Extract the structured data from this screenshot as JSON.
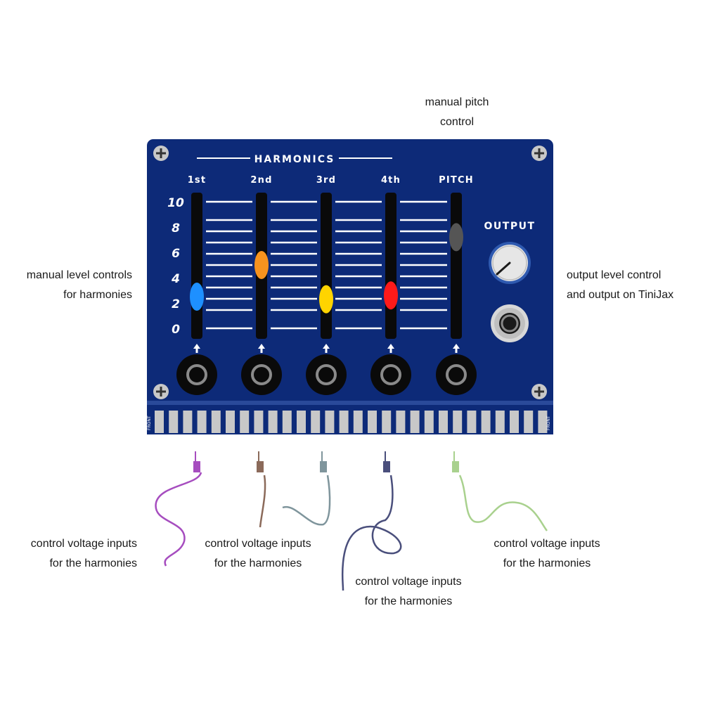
{
  "module": {
    "title": "HARMONICS",
    "output_label": "OUTPUT",
    "front_label": "FRONT",
    "panel_color": "#0d2a78",
    "sliders": [
      {
        "label": "1st",
        "level": 2.5,
        "knob_color": "#1e90ff"
      },
      {
        "label": "2nd",
        "level": 5.0,
        "knob_color": "#f7931e"
      },
      {
        "label": "3rd",
        "level": 2.3,
        "knob_color": "#ffd400"
      },
      {
        "label": "4th",
        "level": 2.6,
        "knob_color": "#ff1a1a"
      },
      {
        "label": "PITCH",
        "level": 7.2,
        "knob_color": "#555555"
      }
    ],
    "scale": [
      "10",
      "8",
      "6",
      "4",
      "2",
      "0"
    ]
  },
  "callouts": {
    "pitch": {
      "line1": "manual pitch",
      "line2": "control"
    },
    "levels": {
      "line1": "manual level controls",
      "line2": "for harmonies"
    },
    "output": {
      "line1": "output level control",
      "line2": "and output on TiniJax"
    },
    "cv1": {
      "line1": "control voltage inputs",
      "line2": "for the harmonies"
    },
    "cv2": {
      "line1": "control voltage inputs",
      "line2": "for the harmonies"
    },
    "cv3": {
      "line1": "control voltage inputs",
      "line2": "for the harmonies"
    },
    "cv4": {
      "line1": "control voltage inputs",
      "line2": "for the harmonies"
    }
  },
  "cables": [
    {
      "name": "cable-1",
      "color": "#a64dbf"
    },
    {
      "name": "cable-2",
      "color": "#8b6a5a"
    },
    {
      "name": "cable-3",
      "color": "#7f959c"
    },
    {
      "name": "cable-4",
      "color": "#4a4f7c"
    },
    {
      "name": "cable-5",
      "color": "#a9d18e"
    }
  ]
}
